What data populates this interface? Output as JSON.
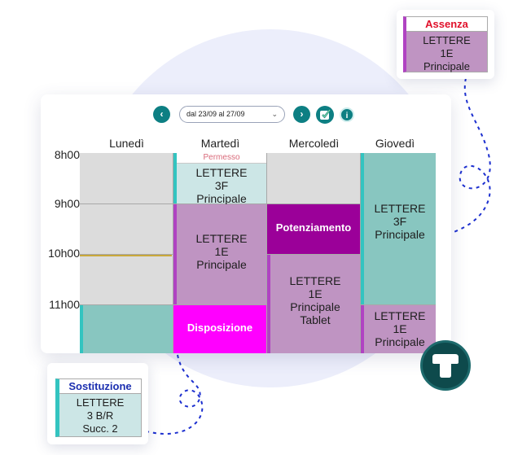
{
  "toolbar": {
    "prev_icon": "chevron-left-icon",
    "next_icon": "chevron-right-icon",
    "date_range": "dal 23/09 al 27/09",
    "grades_icon": "checklist-icon",
    "info_icon": "info-icon"
  },
  "days": [
    "Lunedì",
    "Martedì",
    "Mercoledì",
    "Giovedì"
  ],
  "hours": [
    "8h00",
    "9h00",
    "10h00",
    "11h00"
  ],
  "slots": {
    "tue_permesso": {
      "tag": "Permesso",
      "lines": [
        "LETTERE",
        "3F",
        "Principale"
      ]
    },
    "tue_main": {
      "lines": [
        "LETTERE",
        "1E",
        "Principale"
      ]
    },
    "tue_disposizione": {
      "label": "Disposizione"
    },
    "wed_potenziamento": {
      "label": "Potenziamento"
    },
    "wed_main": {
      "lines": [
        "LETTERE",
        "1E",
        "Principale",
        "Tablet"
      ]
    },
    "thu_main": {
      "lines": [
        "LETTERE",
        "3F",
        "Principale"
      ]
    },
    "thu_last": {
      "lines": [
        "LETTERE",
        "1E",
        "Principale"
      ]
    }
  },
  "cards": {
    "assenza": {
      "title": "Assenza",
      "lines": [
        "LETTERE",
        "1E",
        "Principale"
      ]
    },
    "sostituzione": {
      "title": "Sostituzione",
      "lines": [
        "LETTERE",
        "3 B/R",
        "Succ. 2"
      ]
    }
  },
  "colors": {
    "accent_teal": "#0d7f83",
    "slot_teal": "#88c6c0",
    "slot_lavender": "#bf94c2",
    "potenziamento": "#9b0099",
    "disposizione": "#ff00ff",
    "assenza_title": "#e0102a",
    "sostituzione_title": "#1b2fb0",
    "permesso_tag": "#d96a7a"
  },
  "logo_icon": "t-shirt-logo-icon"
}
